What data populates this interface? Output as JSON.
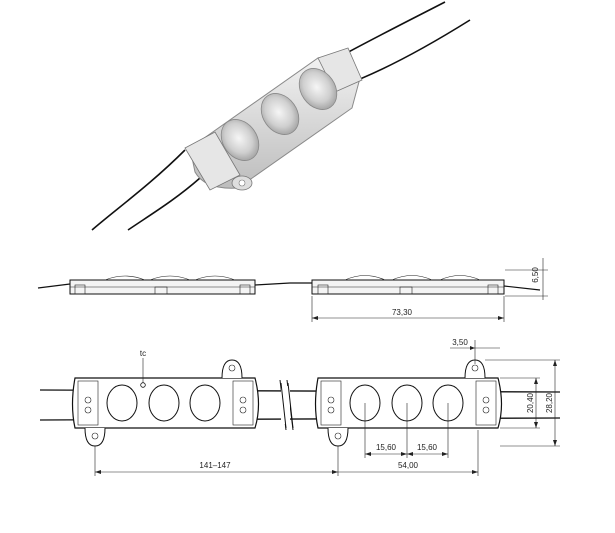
{
  "figure": {
    "labels": {
      "tc": "tc",
      "height_side": "6,50",
      "length_side": "73,30",
      "hole_offset": "3,50",
      "lens_pitch_1": "15,60",
      "lens_pitch_2": "15,60",
      "spacing": "141–147",
      "body_length": "54,00",
      "body_width": "20,40",
      "total_width": "28,20"
    }
  }
}
